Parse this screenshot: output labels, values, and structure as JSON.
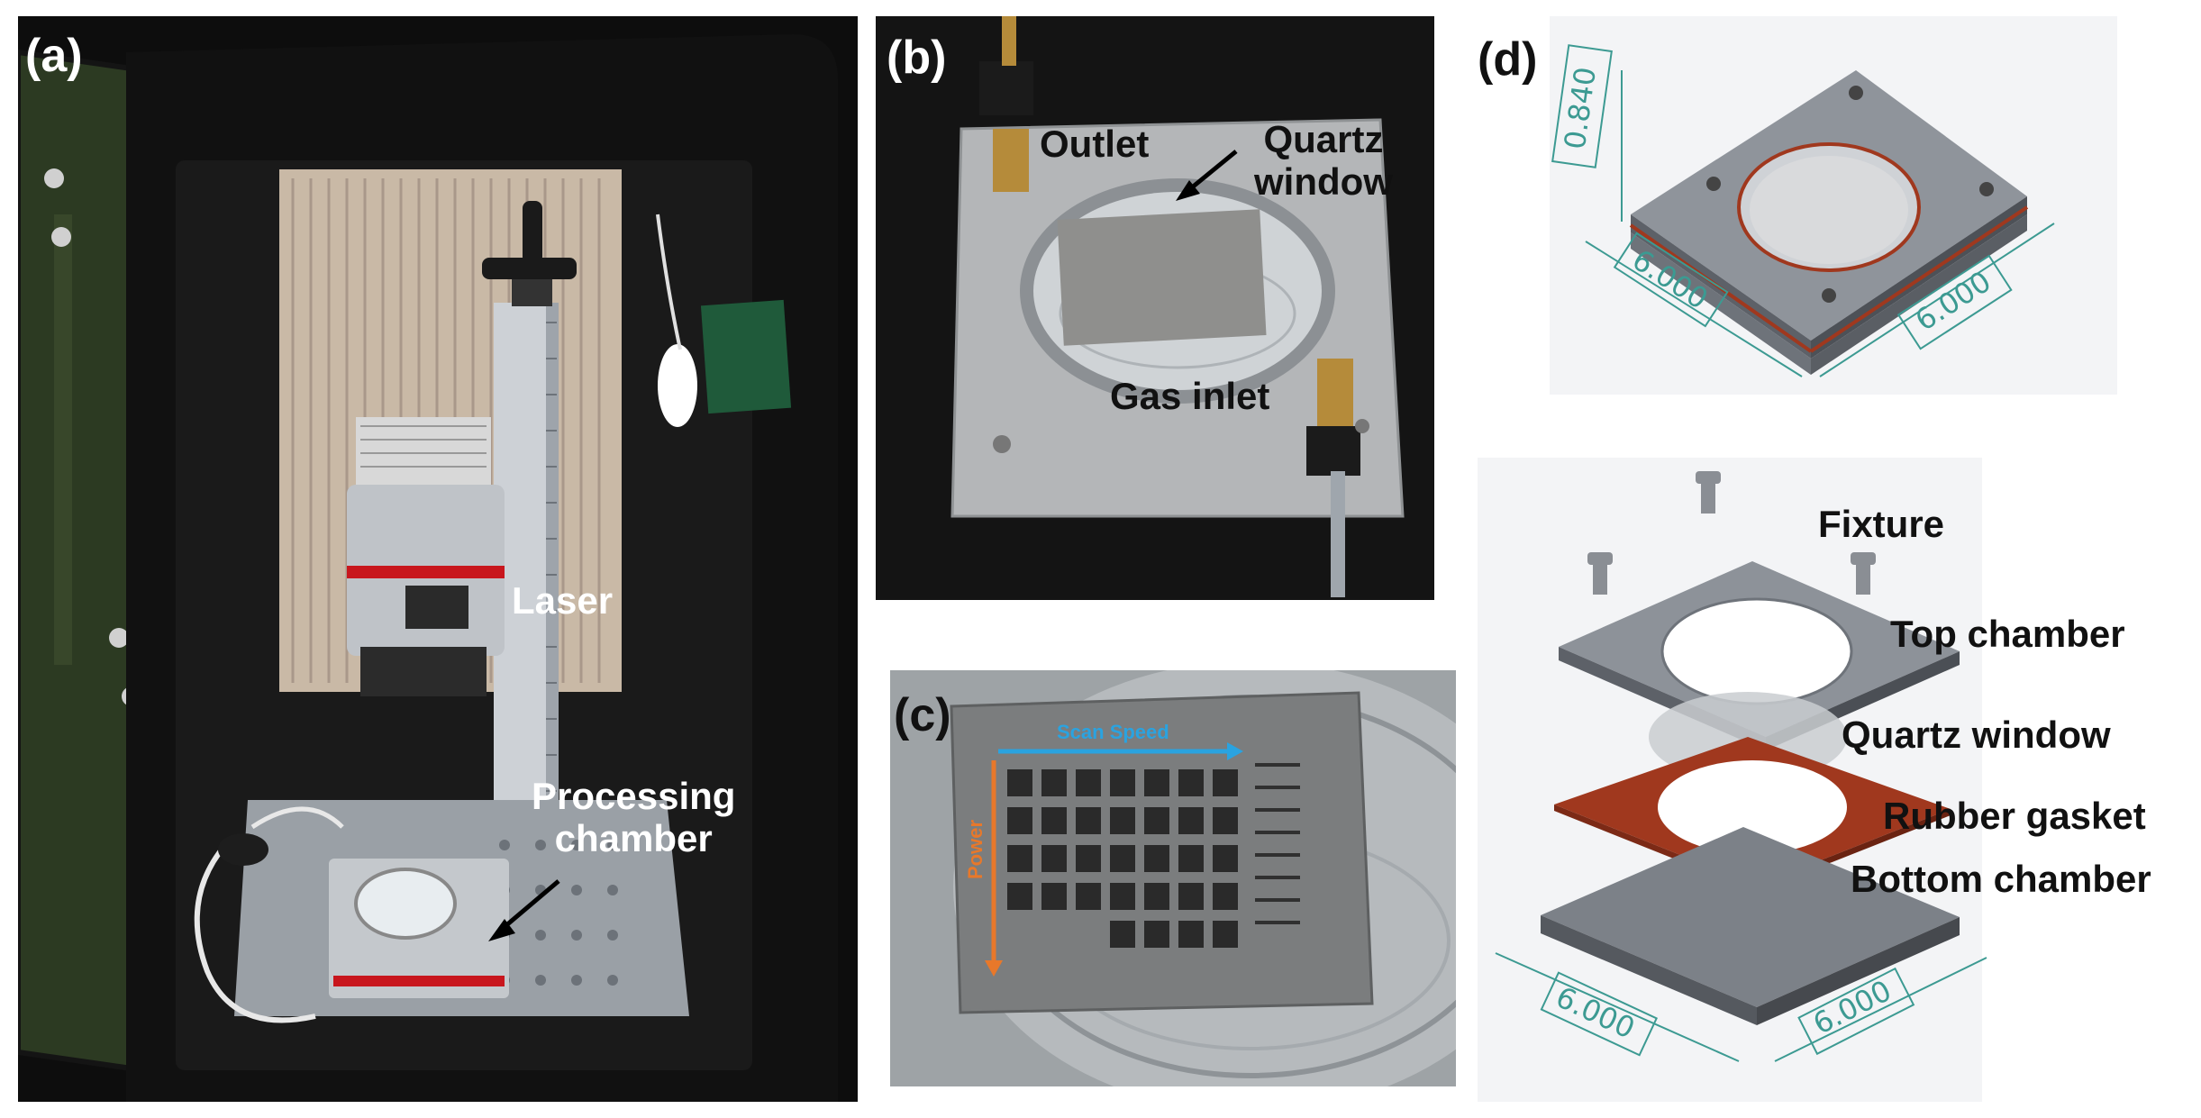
{
  "figure": {
    "panels": {
      "a": {
        "label": "(a)",
        "annotations": {
          "laser": "Laser",
          "chamber_line1": "Processing",
          "chamber_line2": "chamber"
        }
      },
      "b": {
        "label": "(b)",
        "annotations": {
          "outlet": "Outlet",
          "window_line1": "Quartz",
          "window_line2": "window",
          "gas_inlet": "Gas inlet"
        }
      },
      "c": {
        "label": "(c)",
        "annotations": {
          "scan_speed": "Scan Speed",
          "power": "Power"
        },
        "colors": {
          "scan_speed": "#2aa3e0",
          "power": "#e8782a"
        }
      },
      "d": {
        "label": "(d)",
        "assembled_dims": {
          "height": "0.840",
          "width": "6.000",
          "depth": "6.000"
        },
        "exploded_dims": {
          "width": "6.000",
          "depth": "6.000"
        },
        "parts": {
          "fixture": "Fixture",
          "top_chamber": "Top chamber",
          "quartz_window": "Quartz window",
          "rubber_gasket": "Rubber gasket",
          "bottom_chamber": "Bottom chamber"
        },
        "colors": {
          "dimension": "#3c9a92",
          "gasket": "#a0381e"
        }
      }
    }
  }
}
